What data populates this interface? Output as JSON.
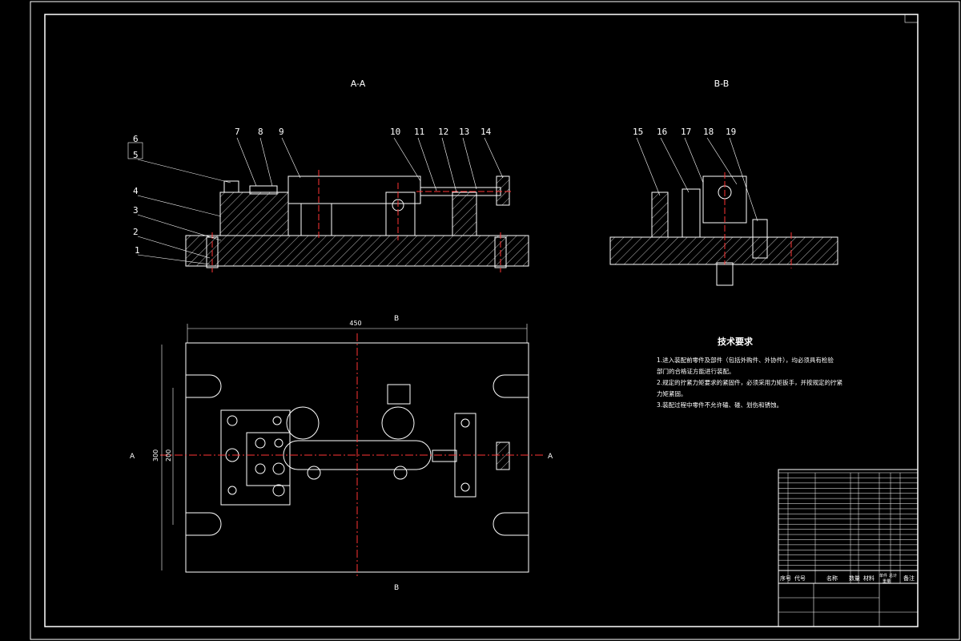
{
  "views": {
    "section_aa": "A-A",
    "section_bb": "B-B",
    "section_mark_a_left": "A",
    "section_mark_a_right": "A",
    "section_mark_b_top": "B",
    "section_mark_b_bottom": "B"
  },
  "balloons_aa": [
    "1",
    "2",
    "3",
    "4",
    "5",
    "6",
    "7",
    "8",
    "9",
    "10",
    "11",
    "12",
    "13",
    "14"
  ],
  "balloons_bb": [
    "15",
    "16",
    "17",
    "18",
    "19"
  ],
  "dimensions": {
    "overall_length": "450",
    "height_outer": "300",
    "height_inner": "200"
  },
  "tech_requirements": {
    "title": "技术要求",
    "lines": [
      "1.进入装配前零件及部件（包括外购件、外协件），均必须具有检验",
      "部门的合格证方能进行装配。",
      "2.规定的拧紧力矩要求的紧固件，必须采用力矩扳手，并按规定的拧紧",
      "力矩紧固。",
      "3.装配过程中零件不允许磕、碰、划伤和锈蚀。"
    ]
  },
  "title_block": {
    "header": [
      "序号",
      "代号",
      "名称",
      "数量",
      "材料",
      "单件",
      "总计",
      "备注"
    ],
    "weight_label": "重量",
    "rows": 19
  },
  "colors": {
    "background": "#000000",
    "line": "#ffffff",
    "centerline": "#ff3333",
    "hatch": "#ffffff"
  }
}
